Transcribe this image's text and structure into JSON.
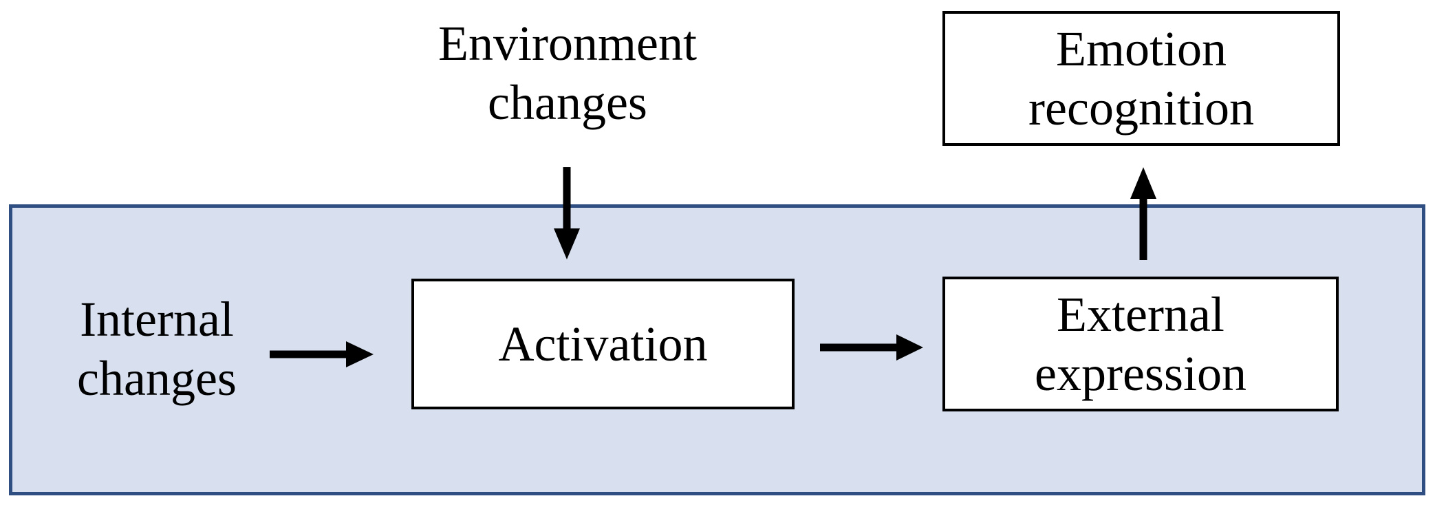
{
  "colors": {
    "container_fill": "#d8e0ef",
    "container_border": "#2f4f82",
    "node_fill": "#ffffff",
    "node_border": "#000000",
    "arrow": "#000000",
    "text": "#000000"
  },
  "nodes": {
    "environment_changes": {
      "label": "Environment changes"
    },
    "internal_changes": {
      "label": "Internal changes"
    },
    "activation": {
      "label": "Activation"
    },
    "external_expression": {
      "label": "External expression"
    },
    "emotion_recognition": {
      "label": "Emotion recognition"
    }
  },
  "edges": [
    {
      "from": "environment_changes",
      "to": "activation",
      "direction": "down"
    },
    {
      "from": "internal_changes",
      "to": "activation",
      "direction": "right"
    },
    {
      "from": "activation",
      "to": "external_expression",
      "direction": "right"
    },
    {
      "from": "external_expression",
      "to": "emotion_recognition",
      "direction": "up"
    }
  ]
}
